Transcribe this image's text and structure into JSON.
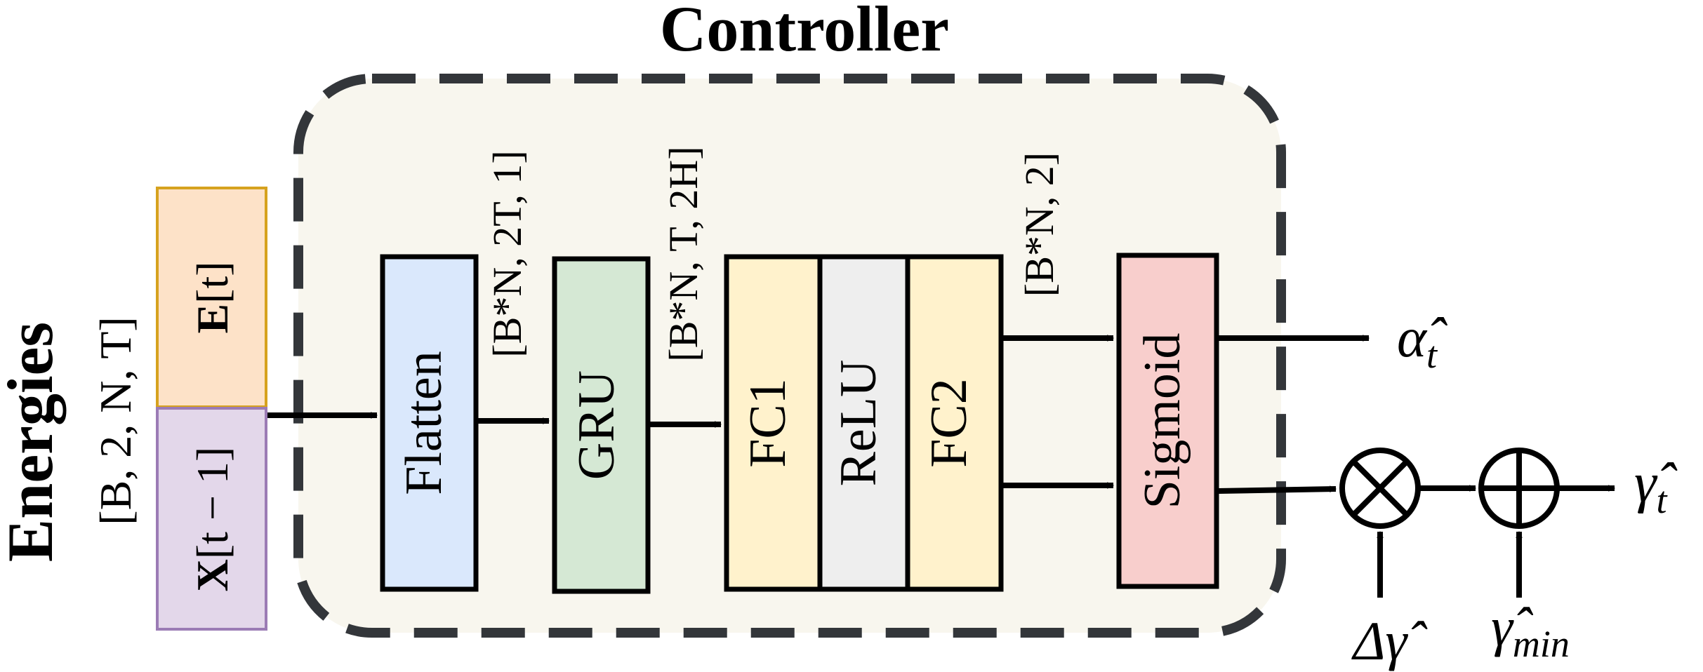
{
  "title": "Controller",
  "input": {
    "label": "Energies",
    "shape": "[B, 2, N, T]",
    "e_box": {
      "bold": "E",
      "arg": "[t]",
      "fill": "#fde2c8",
      "stroke": "#d6a21e"
    },
    "x_box": {
      "bold": "X",
      "arg": "[t − 1]",
      "fill": "#e3d7ea",
      "stroke": "#9b7bb5"
    }
  },
  "blocks": {
    "flatten": {
      "label": "Flatten",
      "fill": "#dae8fc"
    },
    "gru": {
      "label": "GRU",
      "fill": "#d5e8d4"
    },
    "fc1": {
      "label": "FC1",
      "fill": "#fff2cc"
    },
    "relu": {
      "label": "ReLU",
      "fill": "#eeeeee"
    },
    "fc2": {
      "label": "FC2",
      "fill": "#fff2cc"
    },
    "sigmoid": {
      "label": "Sigmoid",
      "fill": "#f8cecc"
    }
  },
  "shapes": {
    "after_flatten": "[B*N, 2T, 1]",
    "after_gru": "[B*N, T, 2H]",
    "after_fc2": "[B*N, 2]"
  },
  "outputs": {
    "alpha": {
      "base": "α̂",
      "sub": "t"
    },
    "gamma": {
      "base": "γ̂",
      "sub": "t"
    }
  },
  "operators": {
    "multiply": "⊗",
    "add": "⊕",
    "delta_gamma": "Δγ̂",
    "gamma_min": {
      "base": "γ̂",
      "sub": "min"
    }
  },
  "colors": {
    "controller_fill": "#f8f6ee",
    "controller_border": "#33363a",
    "line": "#000000"
  }
}
